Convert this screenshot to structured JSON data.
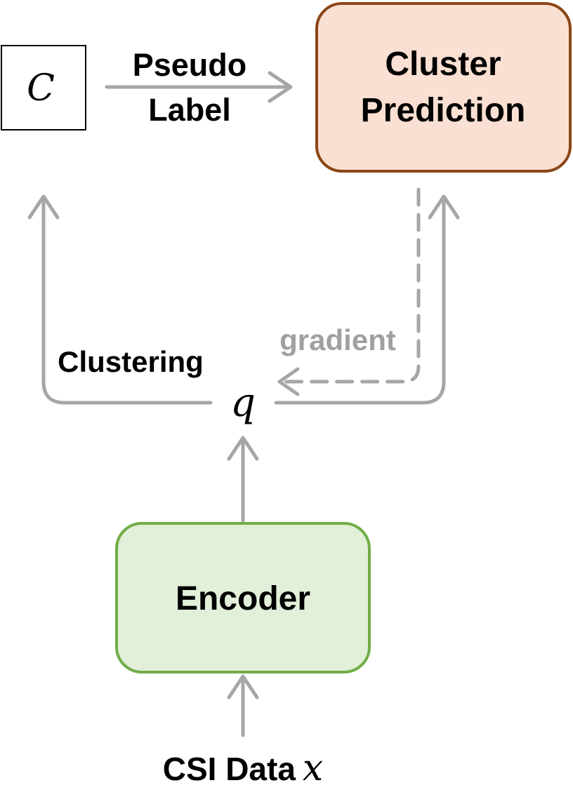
{
  "nodes": {
    "c_box": {
      "symbol": "C"
    },
    "cluster_prediction": {
      "line1": "Cluster",
      "line2": "Prediction",
      "fill": "#fae0d2",
      "stroke": "#8a4616"
    },
    "encoder": {
      "label": "Encoder",
      "fill": "#e2efd9",
      "stroke": "#71ad47"
    },
    "q_node": {
      "symbol": "q"
    },
    "input": {
      "text": "CSI Data",
      "symbol": "x"
    }
  },
  "edges": {
    "pseudo_label": {
      "line1": "Pseudo",
      "line2": "Label"
    },
    "clustering": {
      "label": "Clustering"
    },
    "gradient": {
      "label": "gradient"
    }
  },
  "colors": {
    "arrow": "#a6a6a6",
    "text": "#000000"
  }
}
